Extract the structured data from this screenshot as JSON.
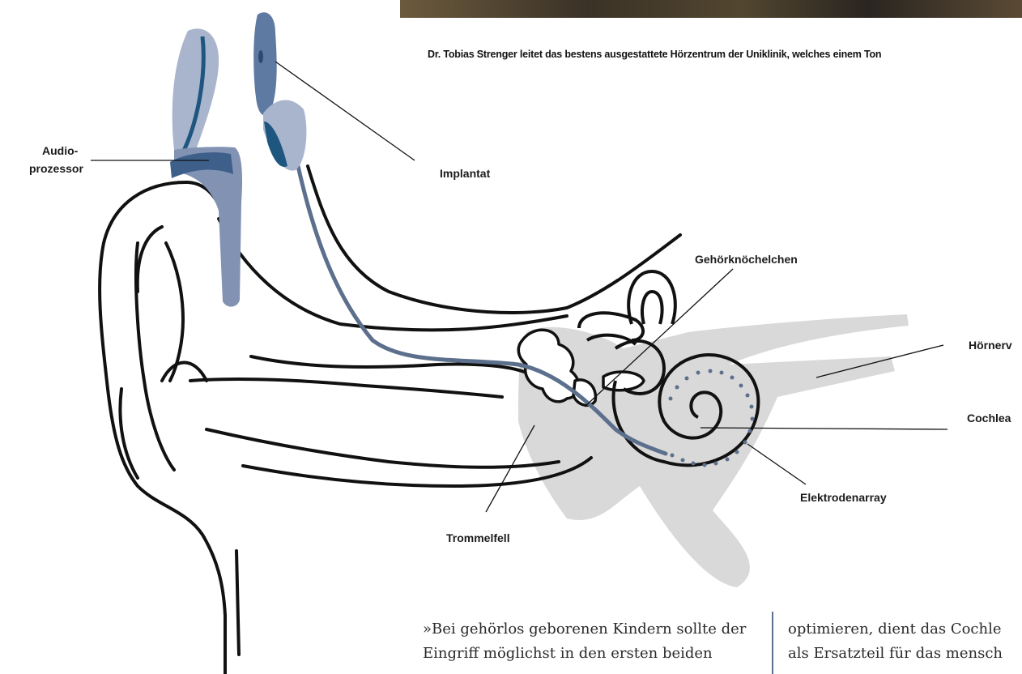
{
  "caption": "Dr. Tobias Strenger leitet das bestens ausgestattete Hörzentrum der Uniklinik, welches einem Ton",
  "labels": {
    "audioprozessor_line1": "Audio-",
    "audioprozessor_line2": "prozessor",
    "implantat": "Implantat",
    "gehoerknoechelchen": "Gehörknöchelchen",
    "hoernerv": "Hörnerv",
    "cochlea": "Cochlea",
    "elektrodenarray": "Elektrodenarray",
    "trommelfell": "Trommelfell"
  },
  "body_left": {
    "line1": "»Bei gehörlos geborenen Kindern sollte der",
    "line2": "Eingriff möglichst in den ersten beiden"
  },
  "body_right": {
    "line1": "optimieren, dient das Cochle",
    "line2": "als Ersatzteil für das mensch"
  },
  "colors": {
    "implant_dark": "#1f5680",
    "implant_mid": "#6f88a8",
    "implant_light": "#a9b5cc",
    "bone_gray": "#d9d9d9",
    "outline": "#111111",
    "rule": "#5c6f8c"
  }
}
